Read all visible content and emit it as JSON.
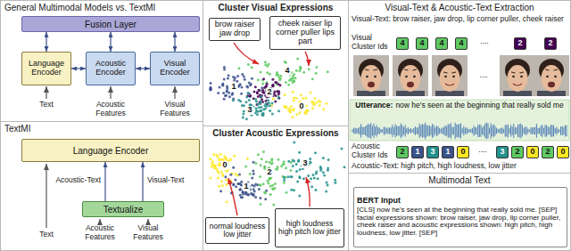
{
  "diagram": {
    "nodes": [
      {
        "text": [
          "General Multimodal Models vs. TextMI"
        ]
      },
      {
        "text": [
          "Fusion Layer"
        ],
        "in": 0
      },
      {
        "text": [
          "Language Encoder"
        ],
        "in": 0
      },
      {
        "text": [
          "Acoustic Encoder"
        ],
        "in": 0
      },
      {
        "text": [
          "Visual Encoder"
        ],
        "in": 0
      },
      {
        "text": [
          "TextMI"
        ]
      },
      {
        "text": [
          "Language Encoder"
        ],
        "in": 5
      },
      {
        "text": [
          "Textualize"
        ],
        "in": 5
      },
      {
        "text": [
          "Cluster Visual Expressions"
        ]
      },
      {
        "text": [
          "brow raiser jaw drop"
        ],
        "in": 8
      },
      {
        "text": [
          "cheek raiser lip corner puller lips part"
        ],
        "in": 8
      },
      {
        "text": [
          "Cluster Acoustic Expressions"
        ]
      },
      {
        "text": [
          "normal loudness low jitter"
        ],
        "in": 11
      },
      {
        "text": [
          "high loudness high pitch low jitter"
        ],
        "in": 11
      },
      {
        "text": [
          "Visual-Text & Acoustic-Text Extraction"
        ]
      },
      {
        "text": [
          "4"
        ],
        "in": 14
      },
      {
        "text": [
          "4"
        ],
        "in": 14
      },
      {
        "text": [
          "4"
        ],
        "in": 14
      },
      {
        "text": [
          "4"
        ],
        "in": 14
      },
      {
        "text": [
          "2"
        ],
        "in": 14
      },
      {
        "text": [
          "2"
        ],
        "in": 14
      },
      {
        "text": [
          "Utterance:",
          "now he's seen at the beginning that really sold me"
        ],
        "in": 14
      },
      {
        "text": [
          "2"
        ],
        "in": 14
      },
      {
        "text": [
          "1"
        ],
        "in": 14
      },
      {
        "text": [
          "3"
        ],
        "in": 14
      },
      {
        "text": [
          "1"
        ],
        "in": 14
      },
      {
        "text": [
          "0"
        ],
        "in": 14
      },
      {
        "text": [
          "3"
        ],
        "in": 14
      },
      {
        "text": [
          "2"
        ],
        "in": 14
      },
      {
        "text": [
          "0"
        ],
        "in": 14
      },
      {
        "text": [
          "2"
        ],
        "in": 14
      },
      {
        "text": [
          "0"
        ],
        "in": 14
      },
      {
        "text": [
          "Multimodal Text"
        ]
      },
      {
        "text": [
          "BERT Input",
          "[CLS] now he's seen at the beginning that really sold me. [SEP] facial expressions shown: brow raiser, jaw drop, lip corner puller, cheek raiser and acoustic expressions shown: high pitch, high loudness, low jitter. [SEP]"
        ],
        "in": 32
      }
    ],
    "edges": [
      {
        "from": 1,
        "to": 2,
        "arrow": "both"
      },
      {
        "from": 1,
        "to": 3,
        "arrow": "both"
      },
      {
        "from": 1,
        "to": 4,
        "arrow": "both"
      },
      {
        "from": 2,
        "to": 3,
        "arrow": "both"
      },
      {
        "from": 3,
        "to": 4,
        "arrow": "both"
      },
      {
        "from": 7,
        "to": 6,
        "arrow": "to",
        "label": "Acoustic-Text"
      },
      {
        "from": 7,
        "to": 6,
        "arrow": "to",
        "label": "Visual-Text"
      }
    ],
    "labels": [
      "Text",
      "Acoustic Features",
      "Visual Features",
      "Text",
      "Acoustic Features",
      "Visual Features",
      "4",
      "1",
      "2",
      "0",
      "3",
      "0",
      "1",
      "2",
      "3",
      "Visual-Text: brow raiser, jaw drop, lip corner puller, cheek raiser",
      "Visual Cluster Ids",
      "....",
      "Acoustic Cluster Ids",
      "....",
      "Acoustic-Text: high pitch, high loudness, low jitter",
      "...."
    ]
  }
}
